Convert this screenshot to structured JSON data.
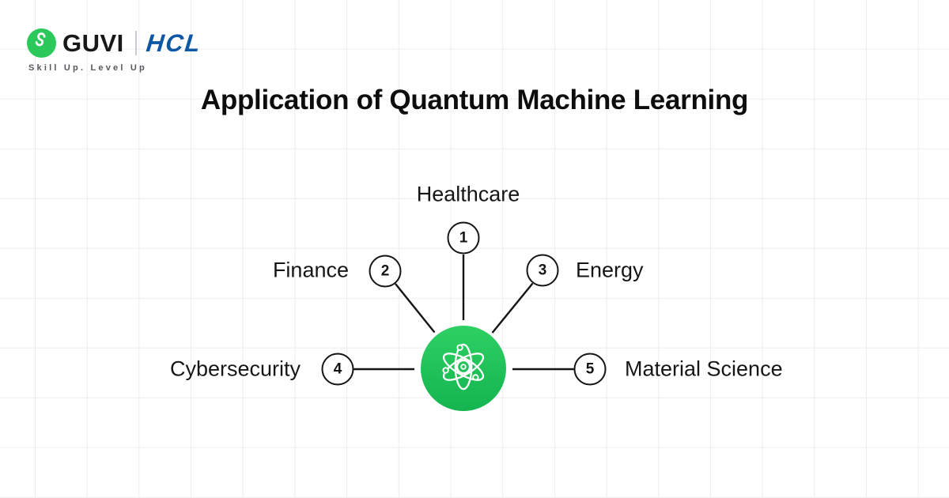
{
  "brand": {
    "guvi_name": "GUVI",
    "hcl_name": "HCL",
    "tagline": "Skill Up. Level Up",
    "logo_icon": "guvi-g-monogram"
  },
  "title": "Application of Quantum Machine Learning",
  "diagram": {
    "hub_icon": "atom-icon",
    "nodes": [
      {
        "number": "1",
        "label": "Healthcare",
        "position": "top"
      },
      {
        "number": "2",
        "label": "Finance",
        "position": "upper-left"
      },
      {
        "number": "3",
        "label": "Energy",
        "position": "upper-right"
      },
      {
        "number": "4",
        "label": "Cybersecurity",
        "position": "left"
      },
      {
        "number": "5",
        "label": "Material Science",
        "position": "right"
      }
    ]
  },
  "colors": {
    "brand-green": "#2bc95b",
    "hcl-blue": "#0e57a5",
    "hub-green-top": "#2ed063",
    "hub-green-bottom": "#14b450",
    "line-dark": "#151515",
    "grid-line": "#ededf0"
  }
}
